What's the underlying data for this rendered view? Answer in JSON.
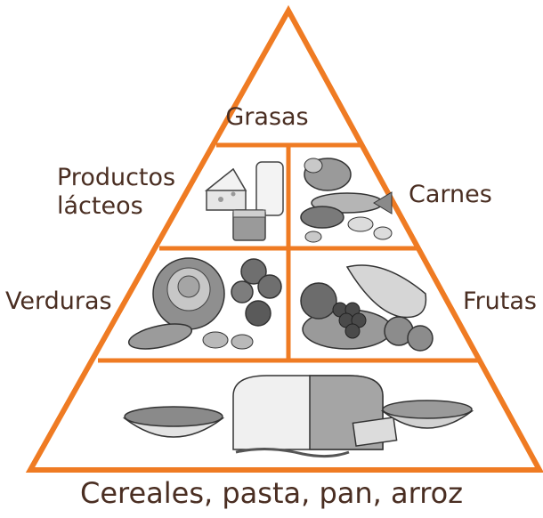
{
  "pyramid": {
    "tiers": [
      {
        "group": "grasas",
        "label": "Grasas"
      },
      {
        "group": "lacteos",
        "label_line1": "Productos",
        "label_line2": "lácteos"
      },
      {
        "group": "carnes",
        "label": "Carnes"
      },
      {
        "group": "verduras",
        "label": "Verduras"
      },
      {
        "group": "frutas",
        "label": "Frutas"
      },
      {
        "group": "cereales",
        "label": "Cereales, pasta, pan, arroz"
      }
    ]
  },
  "colors": {
    "outline": "#ef7b23",
    "label_text": "#4a2e22",
    "illustration_dark": "#5a5a5a",
    "illustration_light": "#cfcfcf"
  }
}
